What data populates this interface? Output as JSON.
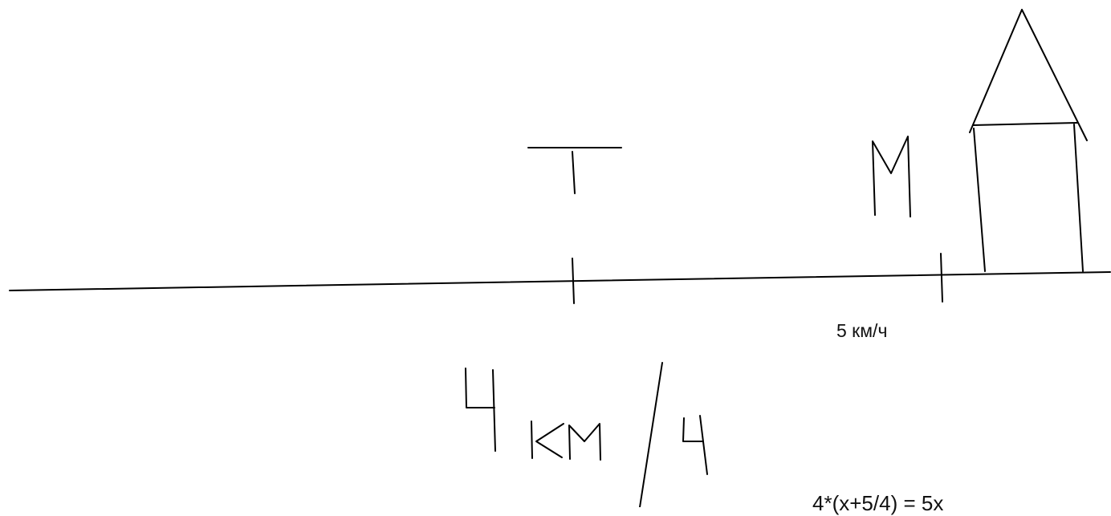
{
  "diagram": {
    "speed_label": "5 км/ч",
    "formula_partial": "4*(x+5/4) = 5x",
    "handwritten": {
      "point_t": "Т",
      "point_m": "М",
      "speed_written": "4 км/ч"
    }
  }
}
